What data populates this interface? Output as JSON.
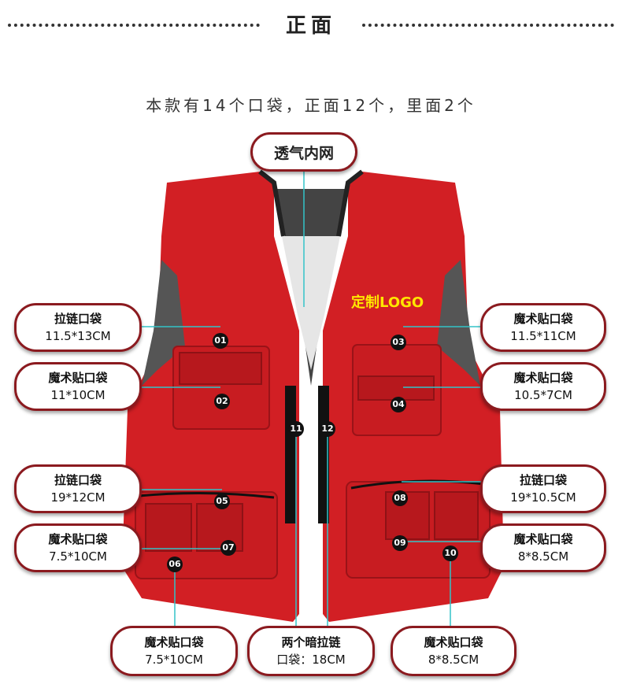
{
  "header": {
    "title": "正面"
  },
  "subtitle": "本款有14个口袋，正面12个，里面2个",
  "logo_text": "定制LOGO",
  "colors": {
    "vest_red": "#d21f24",
    "border": "#8b1a1f",
    "leader": "#33c3c8"
  },
  "callouts": [
    {
      "id": "c-mesh",
      "name": "透气内网",
      "size": ""
    },
    {
      "id": "c-01",
      "name": "拉链口袋",
      "size": "11.5*13CM"
    },
    {
      "id": "c-02",
      "name": "魔术贴口袋",
      "size": "11*10CM"
    },
    {
      "id": "c-03",
      "name": "魔术贴口袋",
      "size": "11.5*11CM"
    },
    {
      "id": "c-04",
      "name": "魔术贴口袋",
      "size": "10.5*7CM"
    },
    {
      "id": "c-05",
      "name": "拉链口袋",
      "size": "19*12CM"
    },
    {
      "id": "c-07",
      "name": "魔术贴口袋",
      "size": "7.5*10CM"
    },
    {
      "id": "c-08",
      "name": "拉链口袋",
      "size": "19*10.5CM"
    },
    {
      "id": "c-09",
      "name": "魔术贴口袋",
      "size": "8*8.5CM"
    },
    {
      "id": "c-06",
      "name": "魔术贴口袋",
      "size": "7.5*10CM"
    },
    {
      "id": "c-1112",
      "name": "两个暗拉链",
      "size": "口袋：18CM"
    },
    {
      "id": "c-10",
      "name": "魔术贴口袋",
      "size": "8*8.5CM"
    }
  ],
  "pocket_numbers": [
    "01",
    "02",
    "03",
    "04",
    "05",
    "06",
    "07",
    "08",
    "09",
    "10",
    "11",
    "12"
  ]
}
